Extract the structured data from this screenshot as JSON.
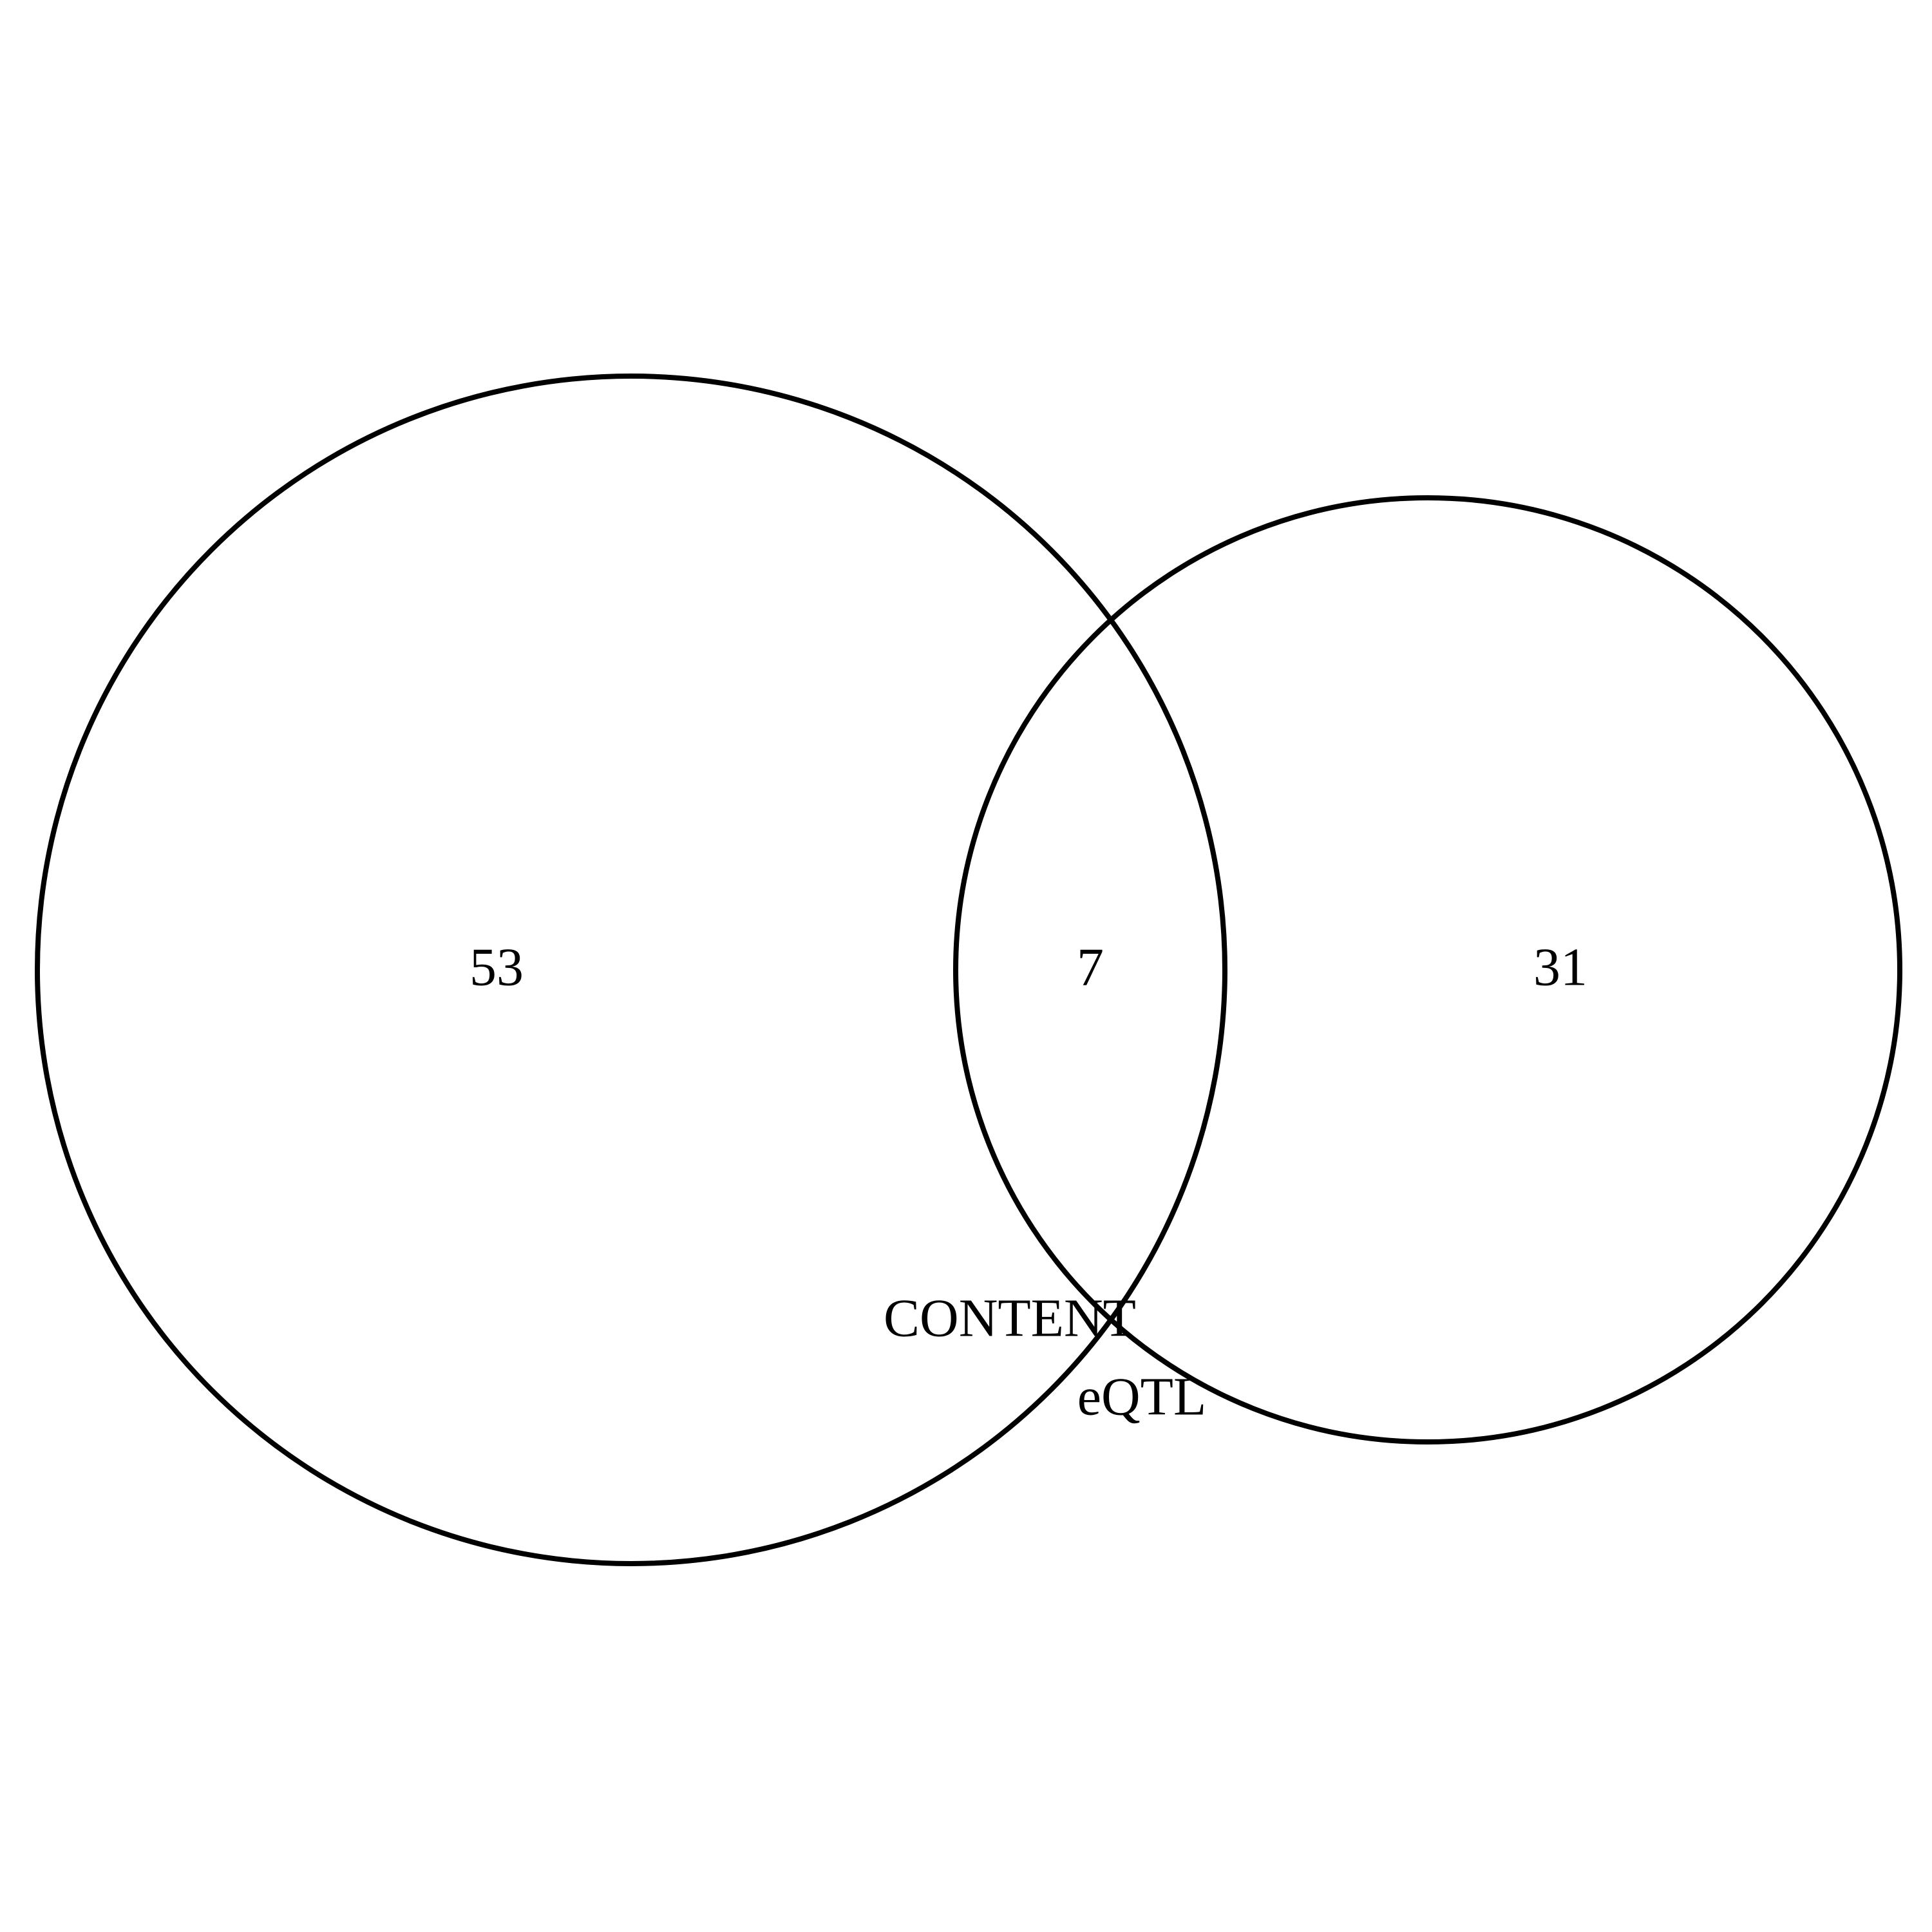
{
  "sets": [
    {
      "key": "content",
      "name": "CONTENT",
      "only_count": "53"
    },
    {
      "key": "eqtl",
      "name": "eQTL",
      "only_count": "31"
    }
  ],
  "intersection": {
    "count": "7"
  },
  "colors": {
    "background": "#ffffff",
    "stroke": "#000000",
    "text": "#000000"
  }
}
